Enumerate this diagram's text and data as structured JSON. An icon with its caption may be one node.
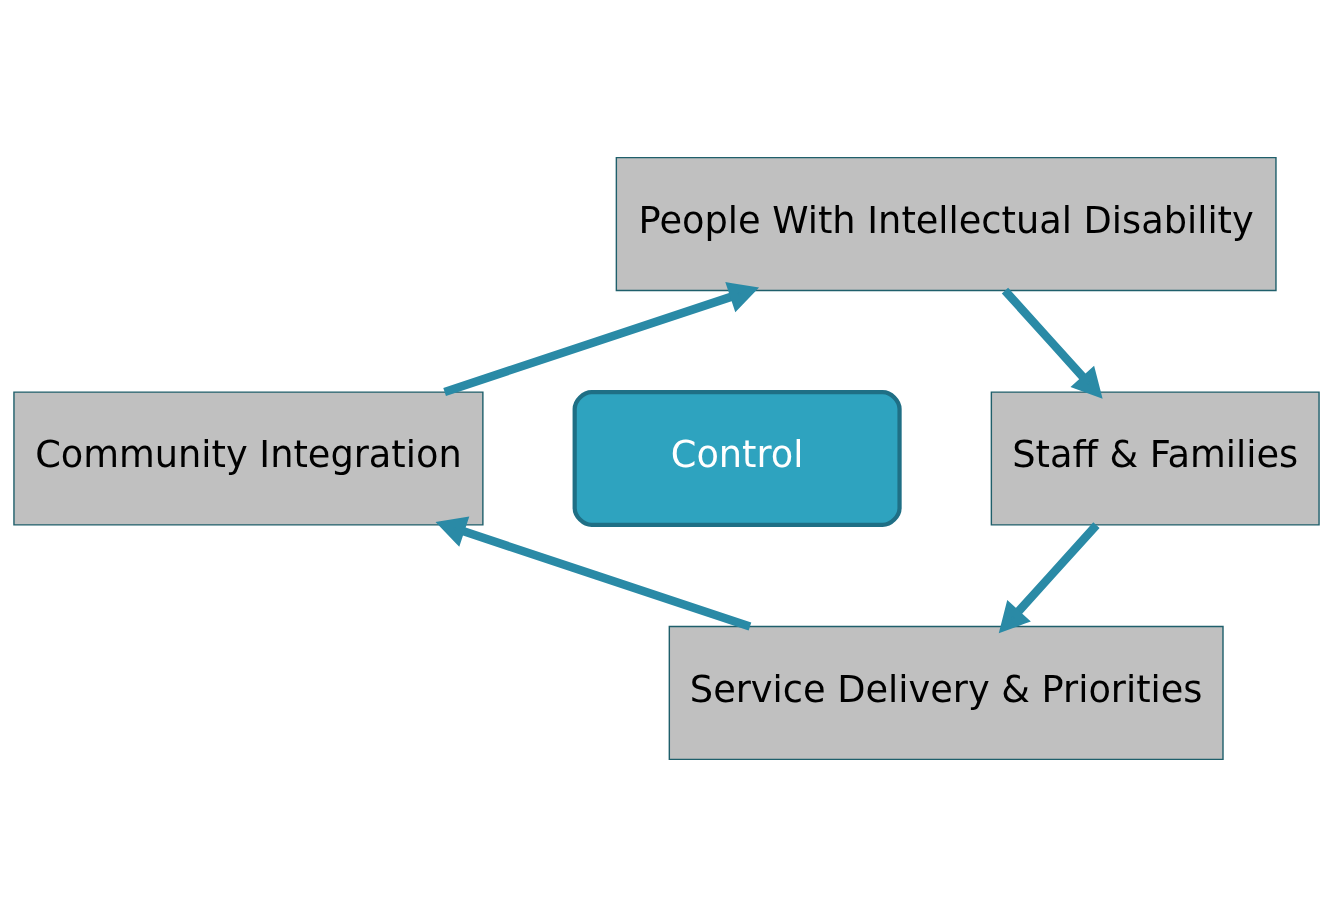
{
  "diagram": {
    "nodes": [
      {
        "text": [
          "People With Intellectual Disability"
        ]
      },
      {
        "text": [
          "Staff & Families"
        ]
      },
      {
        "text": [
          "Service Delivery & Priorities"
        ]
      },
      {
        "text": [
          "Community Integration"
        ]
      },
      {
        "text": [
          "Control"
        ]
      }
    ],
    "edges": [
      {
        "from": 0,
        "to": 1,
        "arrow": "to"
      },
      {
        "from": 1,
        "to": 2,
        "arrow": "to"
      },
      {
        "from": 2,
        "to": 3,
        "arrow": "to"
      },
      {
        "from": 3,
        "to": 0,
        "arrow": "to"
      }
    ]
  }
}
